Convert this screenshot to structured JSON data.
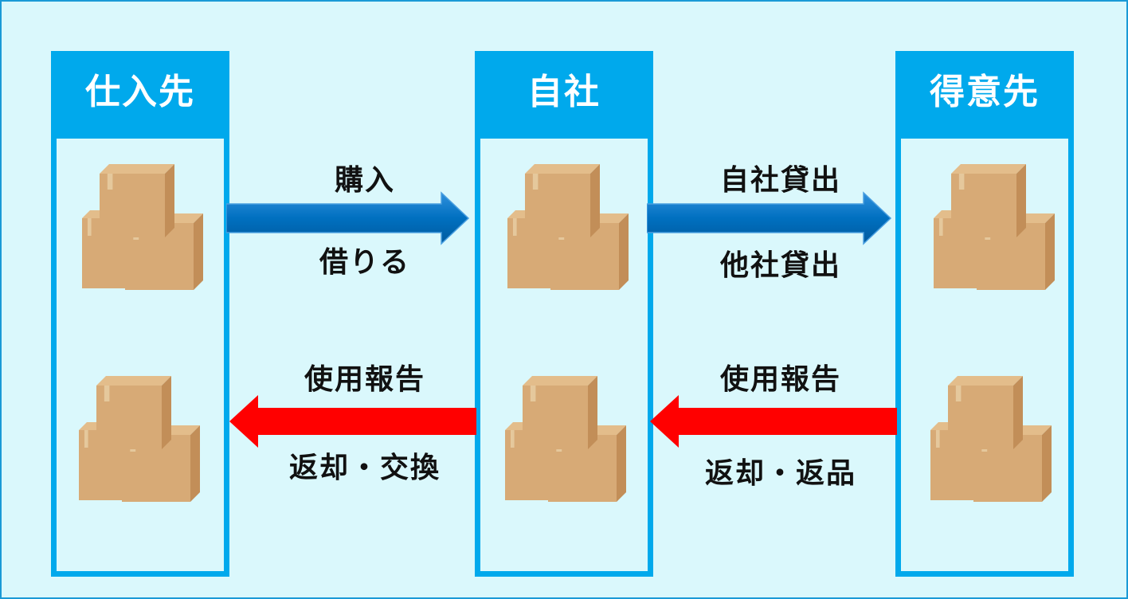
{
  "columns": [
    {
      "title": "仕入先"
    },
    {
      "title": "自社"
    },
    {
      "title": "得意先"
    }
  ],
  "flows": {
    "top_left": {
      "top": "購入",
      "bottom": "借りる"
    },
    "top_right": {
      "top": "自社貸出",
      "bottom": "他社貸出"
    },
    "bottom_left": {
      "top": "使用報告",
      "bottom": "返却・交換"
    },
    "bottom_right": {
      "top": "使用報告",
      "bottom": "返却・返品"
    }
  },
  "colors": {
    "background": "#daf8fc",
    "column": "#00a9ec",
    "forward_arrow": "#0070c0",
    "return_arrow": "#ff0000",
    "box_light": "#d7aa76",
    "box_dark": "#c28e58"
  },
  "icons": [
    "cardboard-boxes-icon",
    "arrow-right-icon",
    "arrow-left-icon"
  ]
}
